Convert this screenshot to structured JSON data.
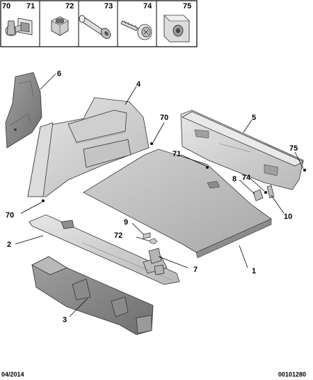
{
  "legend": {
    "cells": [
      {
        "label": "70",
        "icon": "push-clip-icon"
      },
      {
        "label": "71",
        "icon": "push-clip-icon"
      },
      {
        "label": "72",
        "icon": "hex-nut-icon"
      },
      {
        "label": "73",
        "icon": "rivet-icon"
      },
      {
        "label": "74",
        "icon": "screw-icon"
      },
      {
        "label": "75",
        "icon": "clip-nut-icon"
      }
    ]
  },
  "callouts": [
    "1",
    "2",
    "3",
    "4",
    "5",
    "6",
    "7",
    "8",
    "9",
    "10",
    "70",
    "70",
    "71",
    "72",
    "74",
    "75"
  ],
  "footer": {
    "date": "04/2014",
    "code": "00101280"
  }
}
